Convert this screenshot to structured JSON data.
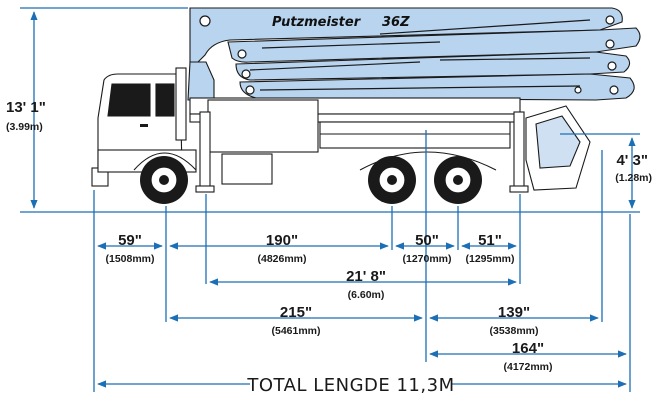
{
  "boom_brand": "Putzmeister",
  "boom_model": "36Z",
  "colors": {
    "boom": "#b8d4ef",
    "dimension_line": "#1c6fb5",
    "truck_outline": "#1a1a1a",
    "text": "#1a1a1a"
  },
  "dimensions": {
    "height_total": {
      "value": "13' 1\"",
      "metric": "(3.99m)"
    },
    "height_rear": {
      "value": "4' 3\"",
      "metric": "(1.28m)"
    },
    "front_overhang": {
      "value": "59\"",
      "metric": "(1508mm)"
    },
    "wheelbase_front": {
      "value": "190\"",
      "metric": "(4826mm)"
    },
    "tandem_spacing": {
      "value": "50\"",
      "metric": "(1270mm)"
    },
    "rear_axle_to_end": {
      "value": "51\"",
      "metric": "(1295mm)"
    },
    "outrigger_span": {
      "value": "21' 8\"",
      "metric": "(6.60m)"
    },
    "front_to_tandem": {
      "value": "215\"",
      "metric": "(5461mm)"
    },
    "tandem_to_rear_outrigger": {
      "value": "139\"",
      "metric": "(3538mm)"
    },
    "tandem_to_end": {
      "value": "164\"",
      "metric": "(4172mm)"
    }
  },
  "total_length_label": "TOTAL LENGDE 11,3M"
}
